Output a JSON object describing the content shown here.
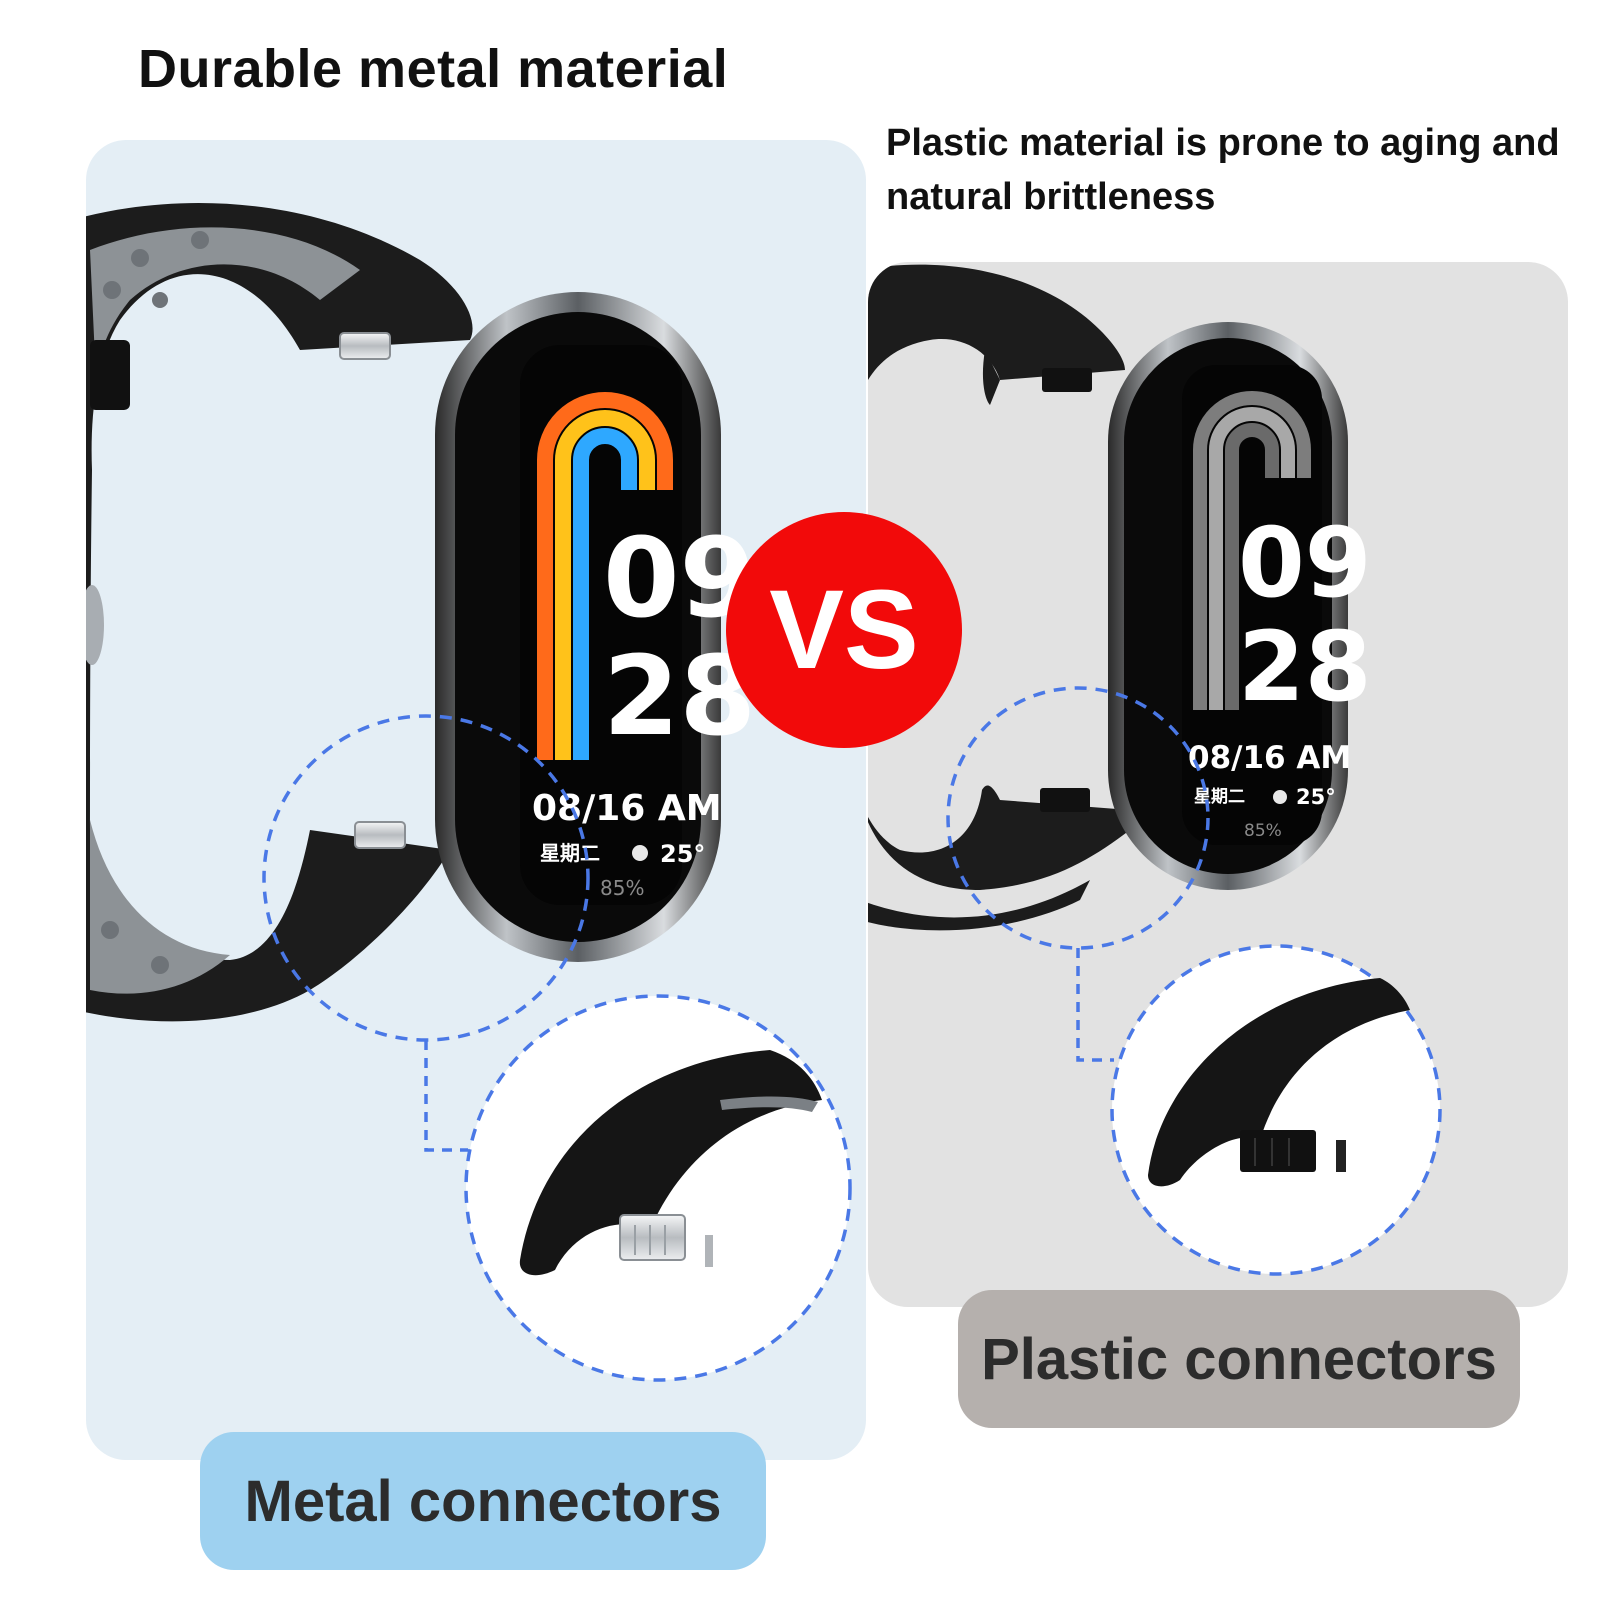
{
  "headline_left": "Durable metal material",
  "headline_right": "Plastic material is prone to aging and natural brittleness",
  "vs_badge": "VS",
  "metal_label": "Metal connectors",
  "plastic_label": "Plastic connectors",
  "watch_face_left": {
    "hour": "09",
    "minute": "28",
    "date": "08/16 AM",
    "weekday": "星期二",
    "temperature": "25°",
    "battery": "85%"
  },
  "watch_face_right": {
    "hour": "09",
    "minute": "28",
    "date": "08/16 AM",
    "weekday": "星期二",
    "temperature": "25°",
    "battery": "85%"
  },
  "colors": {
    "left_panel": "#e4eef5",
    "right_panel": "#e2e2e2",
    "metal_label_bg": "#9ed1f0",
    "plastic_label_bg": "#b5b0ad",
    "vs_red": "#f20a0a",
    "dashed_circle": "#4a78e6"
  }
}
